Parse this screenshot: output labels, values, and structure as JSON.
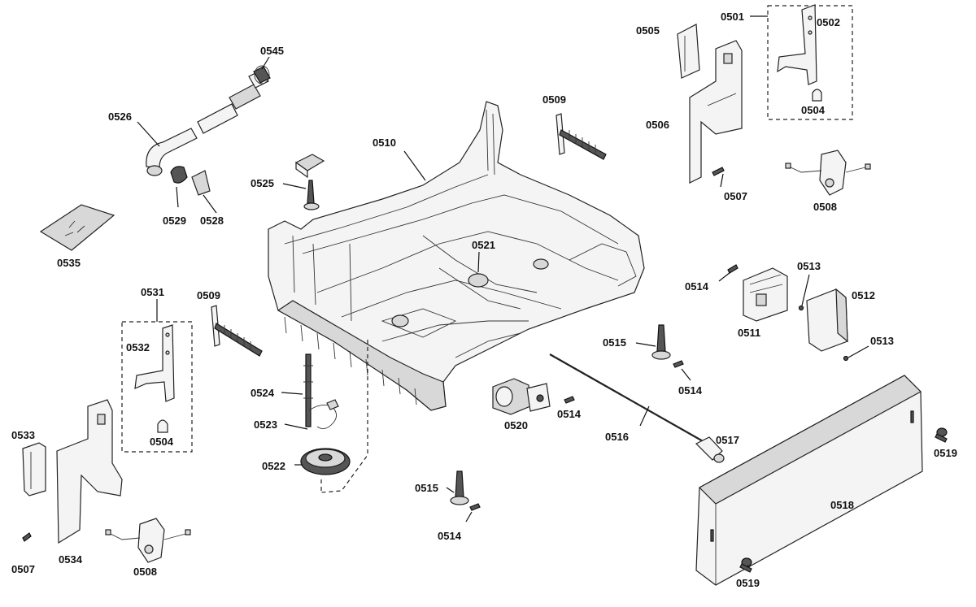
{
  "labels": {
    "l0545": "0545",
    "l0526": "0526",
    "l0529": "0529",
    "l0528": "0528",
    "l0535": "0535",
    "l0525": "0525",
    "l0510": "0510",
    "l0509a": "0509",
    "l0509b": "0509",
    "l0505": "0505",
    "l0501": "0501",
    "l0502": "0502",
    "l0504a": "0504",
    "l0506": "0506",
    "l0507a": "0507",
    "l0508a": "0508",
    "l0514a": "0514",
    "l0513a": "0513",
    "l0512": "0512",
    "l0511": "0511",
    "l0513b": "0513",
    "l0521": "0521",
    "l0531": "0531",
    "l0532": "0532",
    "l0504b": "0504",
    "l0533": "0533",
    "l0534": "0534",
    "l0507b": "0507",
    "l0508b": "0508",
    "l0524": "0524",
    "l0523": "0523",
    "l0522": "0522",
    "l0520": "0520",
    "l0514b": "0514",
    "l0515a": "0515",
    "l0514c": "0514",
    "l0516": "0516",
    "l0517": "0517",
    "l0515b": "0515",
    "l0514d": "0514",
    "l0518": "0518",
    "l0519a": "0519",
    "l0519b": "0519"
  }
}
